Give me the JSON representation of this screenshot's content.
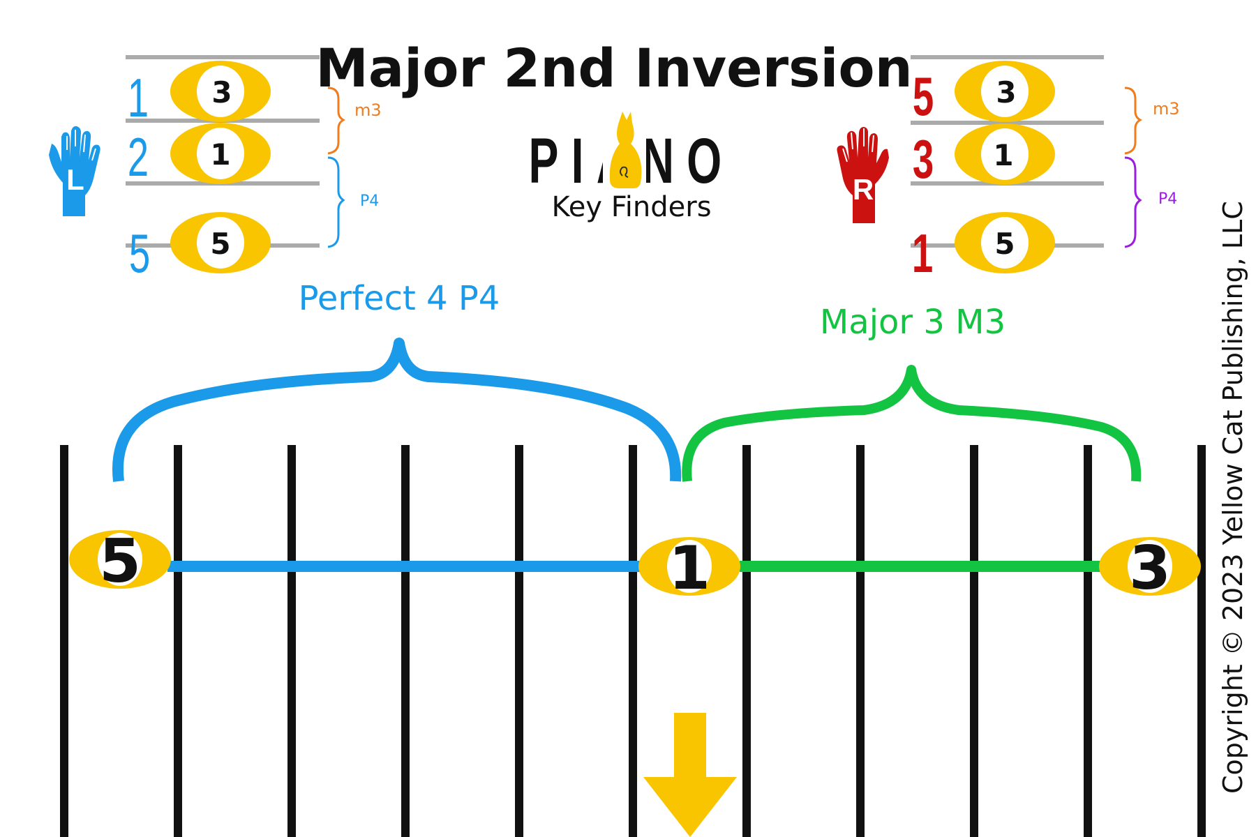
{
  "title": "Major 2nd Inversion",
  "logo": {
    "line1": "PIANO",
    "line2": "Key Finders"
  },
  "copyright": "Copyright © 2023 Yellow Cat Publishing, LLC",
  "left_hand": {
    "hand_label": "L",
    "color": "#1a9ae8",
    "fingers": [
      "1",
      "2",
      "5"
    ],
    "notes": [
      "3",
      "1",
      "5"
    ],
    "upper_interval": {
      "label": "m3",
      "color": "#f07c1c"
    },
    "lower_interval": {
      "label": "P4",
      "color": "#1a9ae8"
    }
  },
  "right_hand": {
    "hand_label": "R",
    "color": "#cc1111",
    "fingers": [
      "5",
      "3",
      "1"
    ],
    "notes": [
      "3",
      "1",
      "5"
    ],
    "upper_interval": {
      "label": "m3",
      "color": "#f07c1c"
    },
    "lower_interval": {
      "label": "P4",
      "color": "#9b1ee0"
    }
  },
  "keyboard": {
    "interval_left": {
      "label": "Perfect 4 P4",
      "color": "#1a9ae8"
    },
    "interval_right": {
      "label": "Major 3 M3",
      "color": "#12c441"
    },
    "notes": [
      "5",
      "1",
      "3"
    ],
    "arrow_color": "#f8c500",
    "note_color": "#f8c500"
  }
}
